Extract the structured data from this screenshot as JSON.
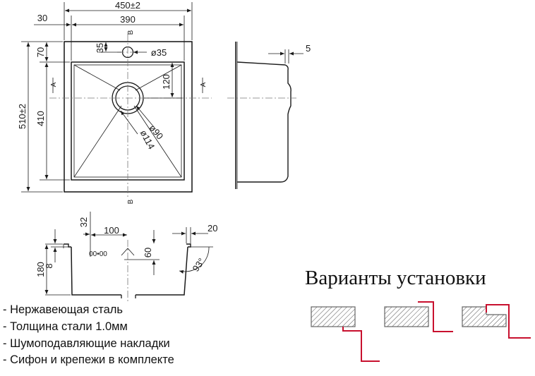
{
  "top_view": {
    "dim_overall_width": "450±2",
    "dim_inner_width": "390",
    "dim_margin": "30",
    "dim_overall_height": "510±2",
    "dim_inner_height": "410",
    "dim_top_margin": "70",
    "dim_tap_offset": "35",
    "dim_tap_diameter": "ø35",
    "dim_drain_offset": "120",
    "dim_drain_inner": "ø90",
    "dim_drain_outer": "ø114",
    "section_a": "A",
    "section_b": "B"
  },
  "side_view": {
    "dim_flange": "5"
  },
  "section_view": {
    "dim_32": "32",
    "dim_100": "100",
    "dim_20": "20",
    "dim_depth": "180",
    "dim_8": "8",
    "dim_60": "60",
    "dim_angle": "93°",
    "overflow_label": "00•00"
  },
  "features": [
    "- Нержавеющая сталь",
    "- Толщина стали 1.0мм",
    "- Шумоподавляющие накладки",
    "- Сифон и крепежи в комплекте"
  ],
  "install_options": {
    "title": "Варианты установки"
  },
  "colors": {
    "line": "#1a1a1a",
    "countertop": "#8c8c8c",
    "cabinet": "#c8102e"
  }
}
